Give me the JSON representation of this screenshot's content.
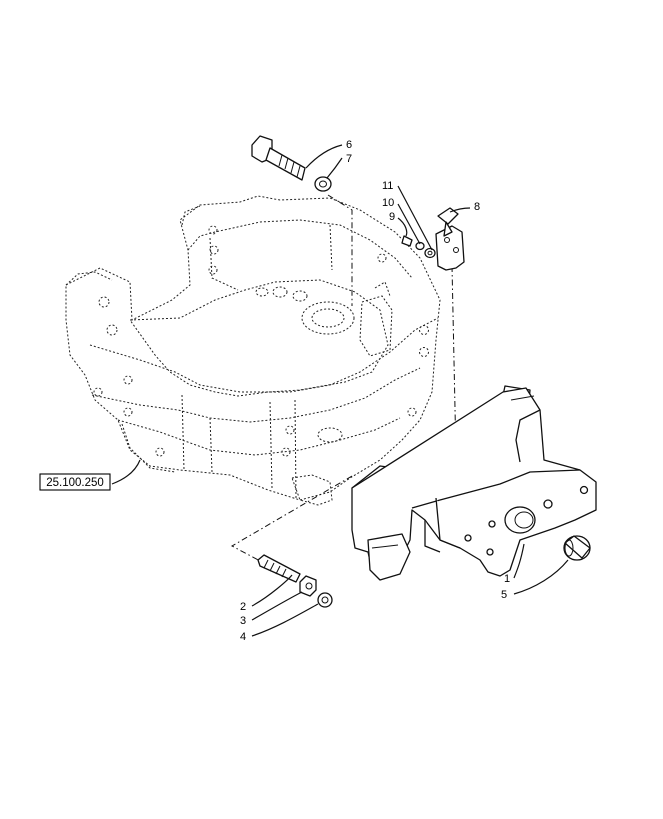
{
  "callouts": {
    "c1": "1",
    "c2": "2",
    "c3": "3",
    "c4": "4",
    "c5": "5",
    "c6": "6",
    "c7": "7",
    "c8": "8",
    "c9": "9",
    "c10": "10",
    "c11": "11"
  },
  "reference": {
    "label": "25.100.250"
  }
}
